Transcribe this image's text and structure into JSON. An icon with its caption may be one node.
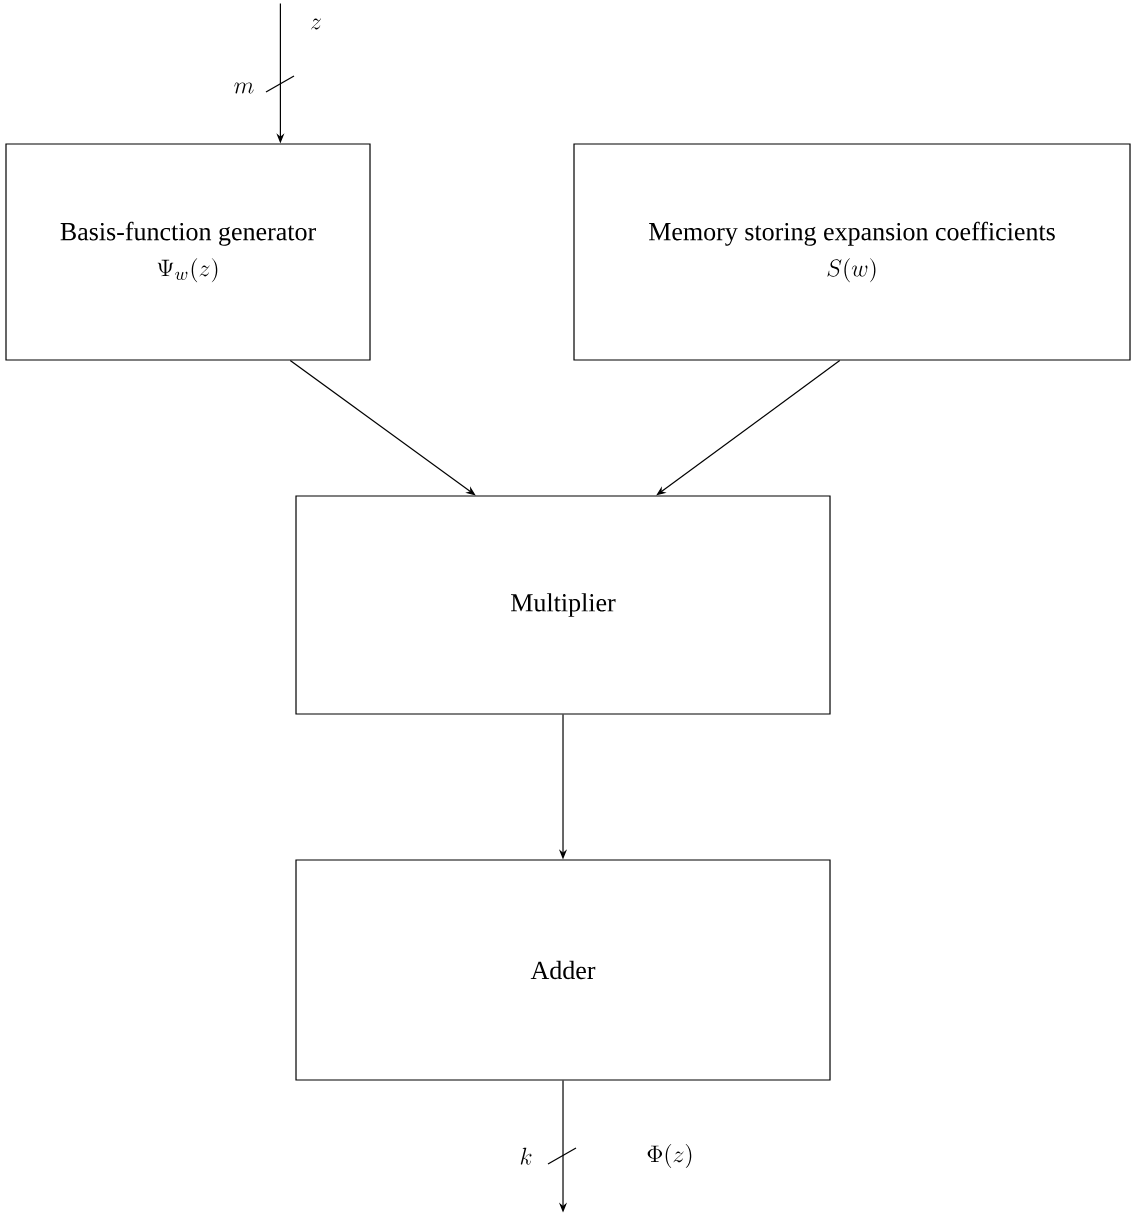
{
  "diagram": {
    "nodes": [
      {
        "text": [
          "Basis-function generator",
          "\\Psi_{w}(z)"
        ]
      },
      {
        "text": [
          "Memory storing expansion coefficients",
          "S(w)"
        ]
      },
      {
        "text": [
          "Multiplier"
        ]
      },
      {
        "text": [
          "Adder"
        ]
      }
    ],
    "edges": [
      {
        "from": null,
        "to": 0,
        "arrow": "to",
        "label": "z"
      },
      {
        "from": 0,
        "to": 2,
        "arrow": "to"
      },
      {
        "from": 1,
        "to": 2,
        "arrow": "to"
      },
      {
        "from": 2,
        "to": 3,
        "arrow": "to"
      },
      {
        "from": 3,
        "to": null,
        "arrow": "to",
        "label": "\\Phi(z)"
      }
    ],
    "labels": [
      "m",
      "k"
    ]
  }
}
